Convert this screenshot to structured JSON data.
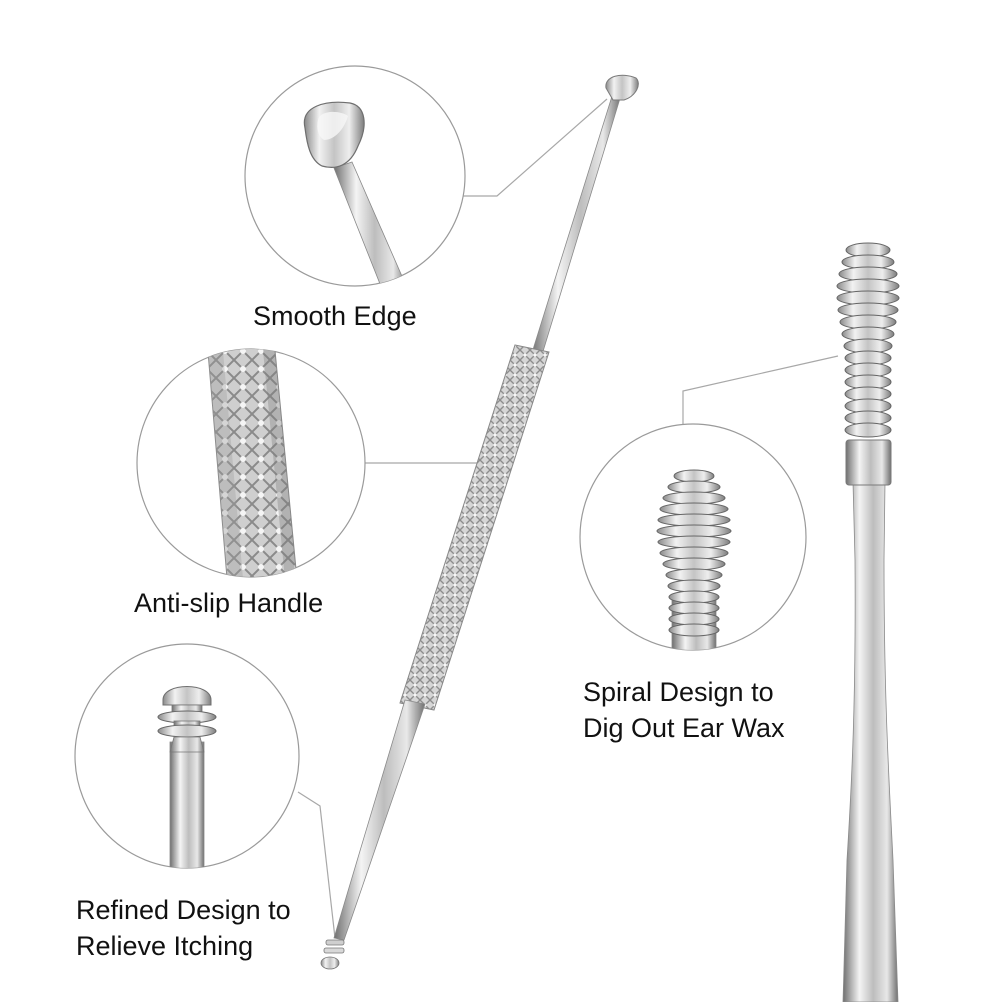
{
  "labels": {
    "smooth_edge": "Smooth Edge",
    "anti_slip": "Anti-slip Handle",
    "refined_line1": "Refined Design to",
    "refined_line2": "Relieve Itching",
    "spiral_line1": "Spiral Design to",
    "spiral_line2": "Dig Out Ear Wax"
  },
  "colors": {
    "background": "#ffffff",
    "text": "#111111",
    "circle_stroke": "#9a9a9a",
    "metal_dark": "#6f6f6f",
    "metal_light": "#f4f4f4"
  }
}
